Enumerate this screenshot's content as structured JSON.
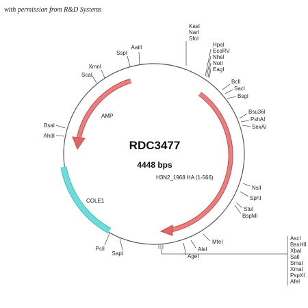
{
  "permission_note": "with permission from R&D Systems",
  "plasmid": {
    "name": "RDC3477",
    "size": "4448 bps"
  },
  "features": [
    {
      "label": "AMP",
      "color": "#e06666",
      "kind": "arrow"
    },
    {
      "label": "H3N2_1968 HA (1-566)",
      "color": "#e06666",
      "kind": "arrow"
    },
    {
      "label": "COLE1",
      "color": "#5fd3d3",
      "kind": "block"
    }
  ],
  "sites": {
    "kasl_group": [
      "KasI",
      "NarI",
      "SfoI"
    ],
    "hpal_group": [
      "HpaI",
      "EcoRV",
      "NheI",
      "NotI",
      "EagI"
    ],
    "bcil": "BcII",
    "sacl": "SacI",
    "bsgl": "BsgI",
    "right_group": [
      "Bsu36I",
      "PshAI",
      "SexAI"
    ],
    "nsil": "NsiI",
    "sphl": "SphI",
    "stul_group": [
      "StuI",
      "BspMI"
    ],
    "mfel": "MfeI",
    "alel": "AleI",
    "agel": "AgeI",
    "mcs_group": [
      "AscI",
      "BssHII",
      "XbaI",
      "SalI",
      "SmaI",
      "XmaI",
      "PspXI",
      "AfeI"
    ],
    "sapl": "SapI",
    "pcil": "PciI",
    "ahdl": "AhdI",
    "bsal": "BsaI",
    "scal": "ScaI",
    "xmnl": "XmnI",
    "sspl": "SspI",
    "aatll": "AatII"
  }
}
